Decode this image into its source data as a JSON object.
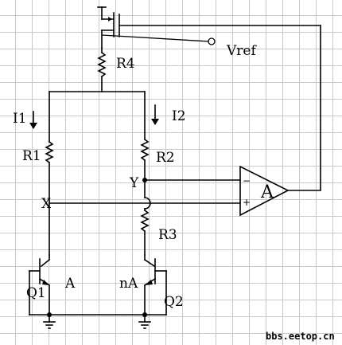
{
  "labels": {
    "vref": "Vref",
    "r4": "R4",
    "i1": "I1",
    "i2": "I2",
    "r1": "R1",
    "r2": "R2",
    "node_y": "Y",
    "node_x": "X",
    "r3": "R3",
    "amp": "A",
    "amp_minus": "−",
    "amp_plus": "+",
    "q1": "Q1",
    "q2": "Q2",
    "area_q1": "A",
    "area_q2": "nA",
    "watermark": "bbs.eetop.cn"
  }
}
